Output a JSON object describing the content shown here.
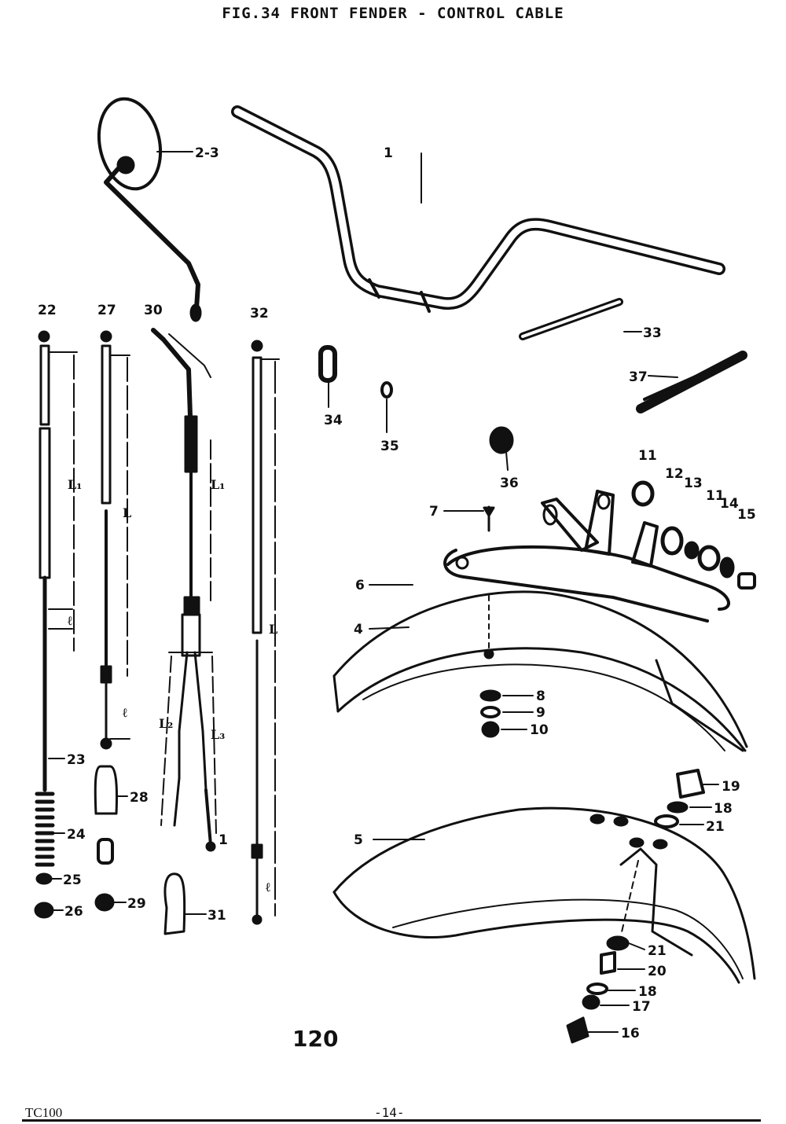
{
  "title": "FIG.34 FRONT FENDER - CONTROL CABLE",
  "page_number": "120",
  "footer": {
    "model": "TC100",
    "page": "-14-"
  },
  "callouts": {
    "c1": "1",
    "c23": "2-3",
    "c4": "4",
    "c5": "5",
    "c6": "6",
    "c7": "7",
    "c8": "8",
    "c9": "9",
    "c10": "10",
    "c11a": "11",
    "c11b": "11",
    "c12": "12",
    "c13": "13",
    "c14": "14",
    "c15": "15",
    "c16": "16",
    "c17": "17",
    "c18a": "18",
    "c18b": "18",
    "c19": "19",
    "c20": "20",
    "c21a": "21",
    "c21b": "21",
    "c22": "22",
    "c23b": "23",
    "c24": "24",
    "c25": "25",
    "c26": "26",
    "c27": "27",
    "c28": "28",
    "c29": "29",
    "c30": "30",
    "c31": "31",
    "c32": "32",
    "c33": "33",
    "c34": "34",
    "c35": "35",
    "c36": "36",
    "c37": "37"
  },
  "dims": {
    "L1a": "L₁",
    "L1b": "L₁",
    "L2": "L₂",
    "L3": "L₃",
    "La": "L",
    "Lb": "L",
    "la": "ℓ",
    "lb": "ℓ",
    "lc": "ℓ"
  }
}
